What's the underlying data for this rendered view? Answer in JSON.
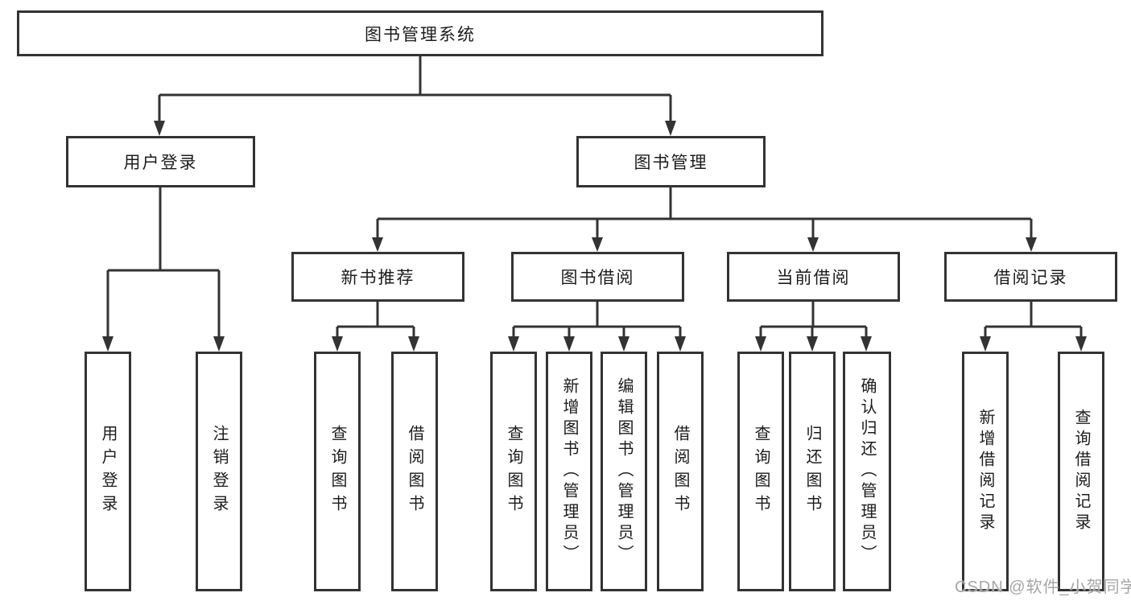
{
  "diagram": {
    "root": "图书管理系统",
    "level2": {
      "userLogin": "用户登录",
      "bookManagement": "图书管理"
    },
    "level3": {
      "newBookRecommend": "新书推荐",
      "bookBorrow": "图书借阅",
      "currentBorrow": "当前借阅",
      "borrowRecord": "借阅记录"
    },
    "leaves": {
      "userLogin": [
        "用户登录",
        "注销登录"
      ],
      "newBookRecommend": [
        "查询图书",
        "借阅图书"
      ],
      "bookBorrow": [
        "查询图书",
        "新增图书（管理员）",
        "编辑图书（管理员）",
        "借阅图书"
      ],
      "currentBorrow": [
        "查询图书",
        "归还图书",
        "确认归还（管理员）"
      ],
      "borrowRecord": [
        "新增借阅记录",
        "查询借阅记录"
      ]
    }
  },
  "watermark": "CSDN @软件_小贺同学",
  "colors": {
    "line": "#333333",
    "border": "#333333",
    "text": "#1c1c1c",
    "background": "#ffffff",
    "watermark": "#a6a6a6"
  }
}
